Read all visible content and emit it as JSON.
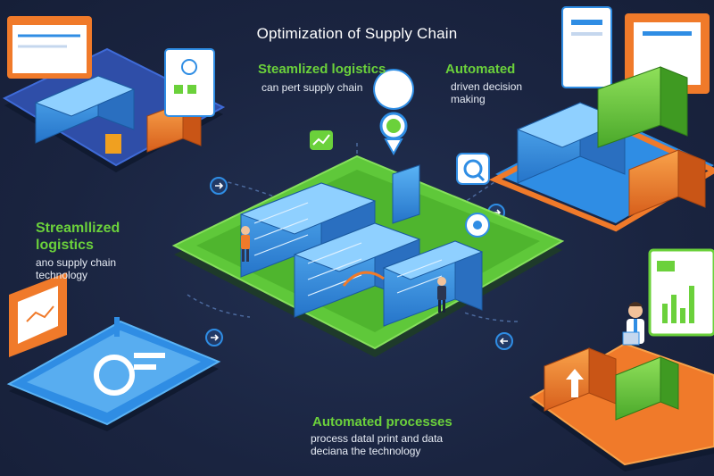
{
  "title": "Optimization of Supply Chain",
  "callouts": {
    "top_center": {
      "heading": "Steamlized logistics",
      "sub": "can pert supply chain"
    },
    "top_right": {
      "heading": "Automated",
      "sub_lines": [
        "driven decision",
        "making"
      ]
    },
    "left": {
      "heading_lines": [
        "Streamllized",
        "logistics"
      ],
      "sub_lines": [
        "ano supply chain",
        "technology"
      ]
    },
    "bottom": {
      "heading": "Automated processes",
      "sub_lines": [
        "process datal print and data",
        "deciana the technology"
      ]
    }
  },
  "colors": {
    "background": "#1b2540",
    "accent_green": "#6bd13b",
    "accent_orange": "#f07a2a",
    "accent_blue": "#2f8de4",
    "text_white": "#ffffff"
  },
  "icons": [
    "location-pin-icon",
    "magnifier-icon",
    "gear-icon",
    "chart-icon",
    "flow-arrow-icon",
    "worker-figure-icon"
  ]
}
